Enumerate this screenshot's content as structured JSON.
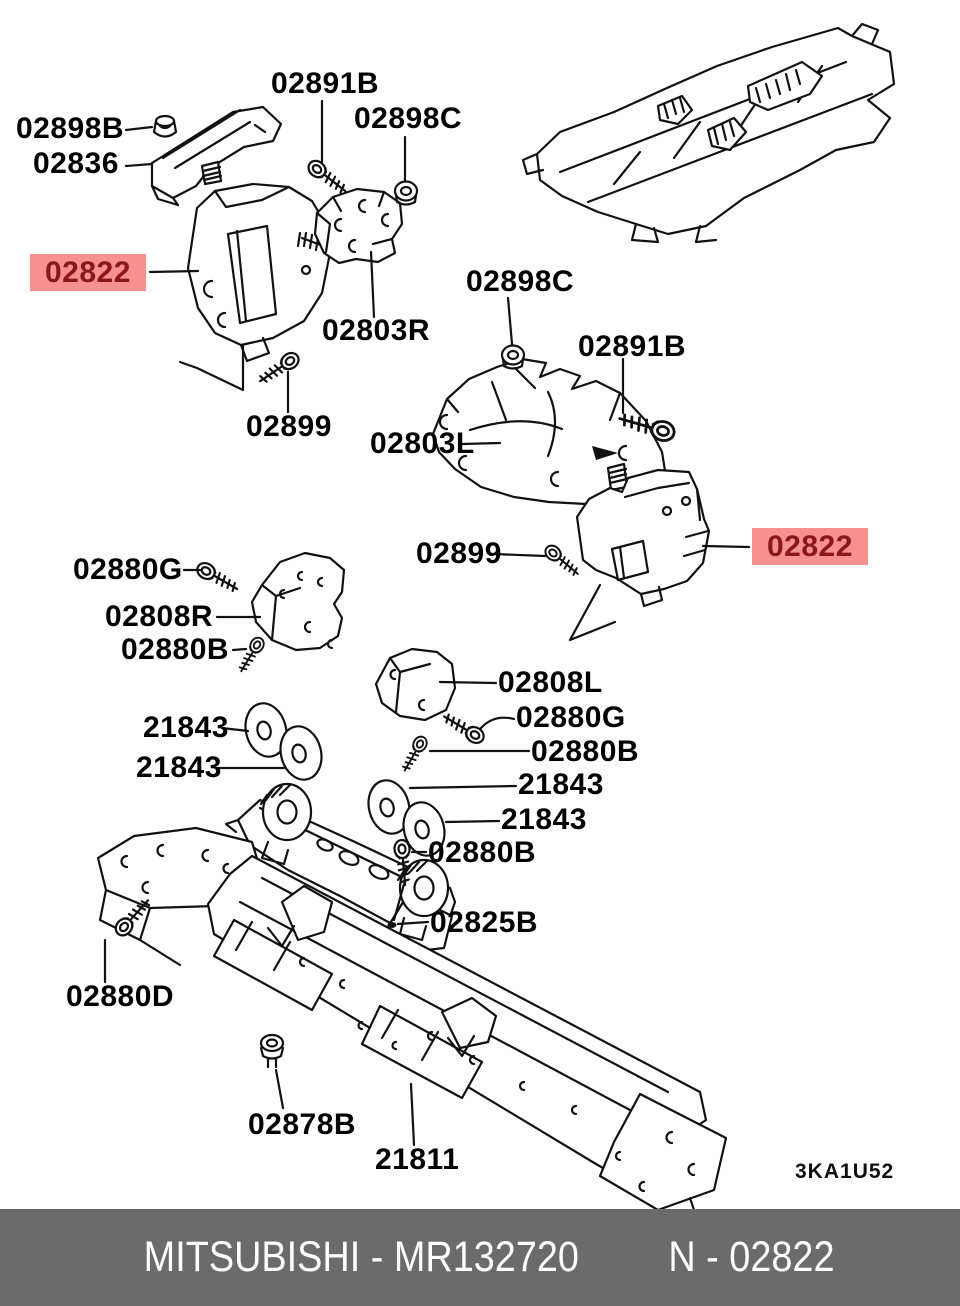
{
  "page": {
    "background": "#ffffff"
  },
  "footer": {
    "text_left": "MITSUBISHI - MR132720",
    "text_right": "N - 02822",
    "background": "#6b6b6b",
    "text_color": "#ffffff"
  },
  "diagram_code": "3KA1U52",
  "highlight": {
    "background": "#f7918c",
    "text_color": "#8b1717"
  },
  "line_color": "#111111",
  "labels": [
    {
      "id": "02898B",
      "text": "02898B",
      "highlighted": false
    },
    {
      "id": "02836",
      "text": "02836",
      "highlighted": false
    },
    {
      "id": "02891B-top",
      "text": "02891B",
      "highlighted": false
    },
    {
      "id": "02898C-top",
      "text": "02898C",
      "highlighted": false
    },
    {
      "id": "02822-left",
      "text": "02822",
      "highlighted": true
    },
    {
      "id": "02803R",
      "text": "02803R",
      "highlighted": false
    },
    {
      "id": "02899-left",
      "text": "02899",
      "highlighted": false
    },
    {
      "id": "02898C-mid",
      "text": "02898C",
      "highlighted": false
    },
    {
      "id": "02891B-mid",
      "text": "02891B",
      "highlighted": false
    },
    {
      "id": "02803L",
      "text": "02803L",
      "highlighted": false
    },
    {
      "id": "02899-right",
      "text": "02899",
      "highlighted": false
    },
    {
      "id": "02822-right",
      "text": "02822",
      "highlighted": true
    },
    {
      "id": "02880G-left",
      "text": "02880G",
      "highlighted": false
    },
    {
      "id": "02808R",
      "text": "02808R",
      "highlighted": false
    },
    {
      "id": "02880B-left",
      "text": "02880B",
      "highlighted": false
    },
    {
      "id": "02808L",
      "text": "02808L",
      "highlighted": false
    },
    {
      "id": "02880G-right",
      "text": "02880G",
      "highlighted": false
    },
    {
      "id": "02880B-right",
      "text": "02880B",
      "highlighted": false
    },
    {
      "id": "21843-1",
      "text": "21843",
      "highlighted": false
    },
    {
      "id": "21843-2",
      "text": "21843",
      "highlighted": false
    },
    {
      "id": "21843-3",
      "text": "21843",
      "highlighted": false
    },
    {
      "id": "21843-4",
      "text": "21843",
      "highlighted": false
    },
    {
      "id": "02880B-bottom",
      "text": "02880B",
      "highlighted": false
    },
    {
      "id": "02825B",
      "text": "02825B",
      "highlighted": false
    },
    {
      "id": "02880D",
      "text": "02880D",
      "highlighted": false
    },
    {
      "id": "02878B",
      "text": "02878B",
      "highlighted": false
    },
    {
      "id": "21811",
      "text": "21811",
      "highlighted": false
    }
  ]
}
